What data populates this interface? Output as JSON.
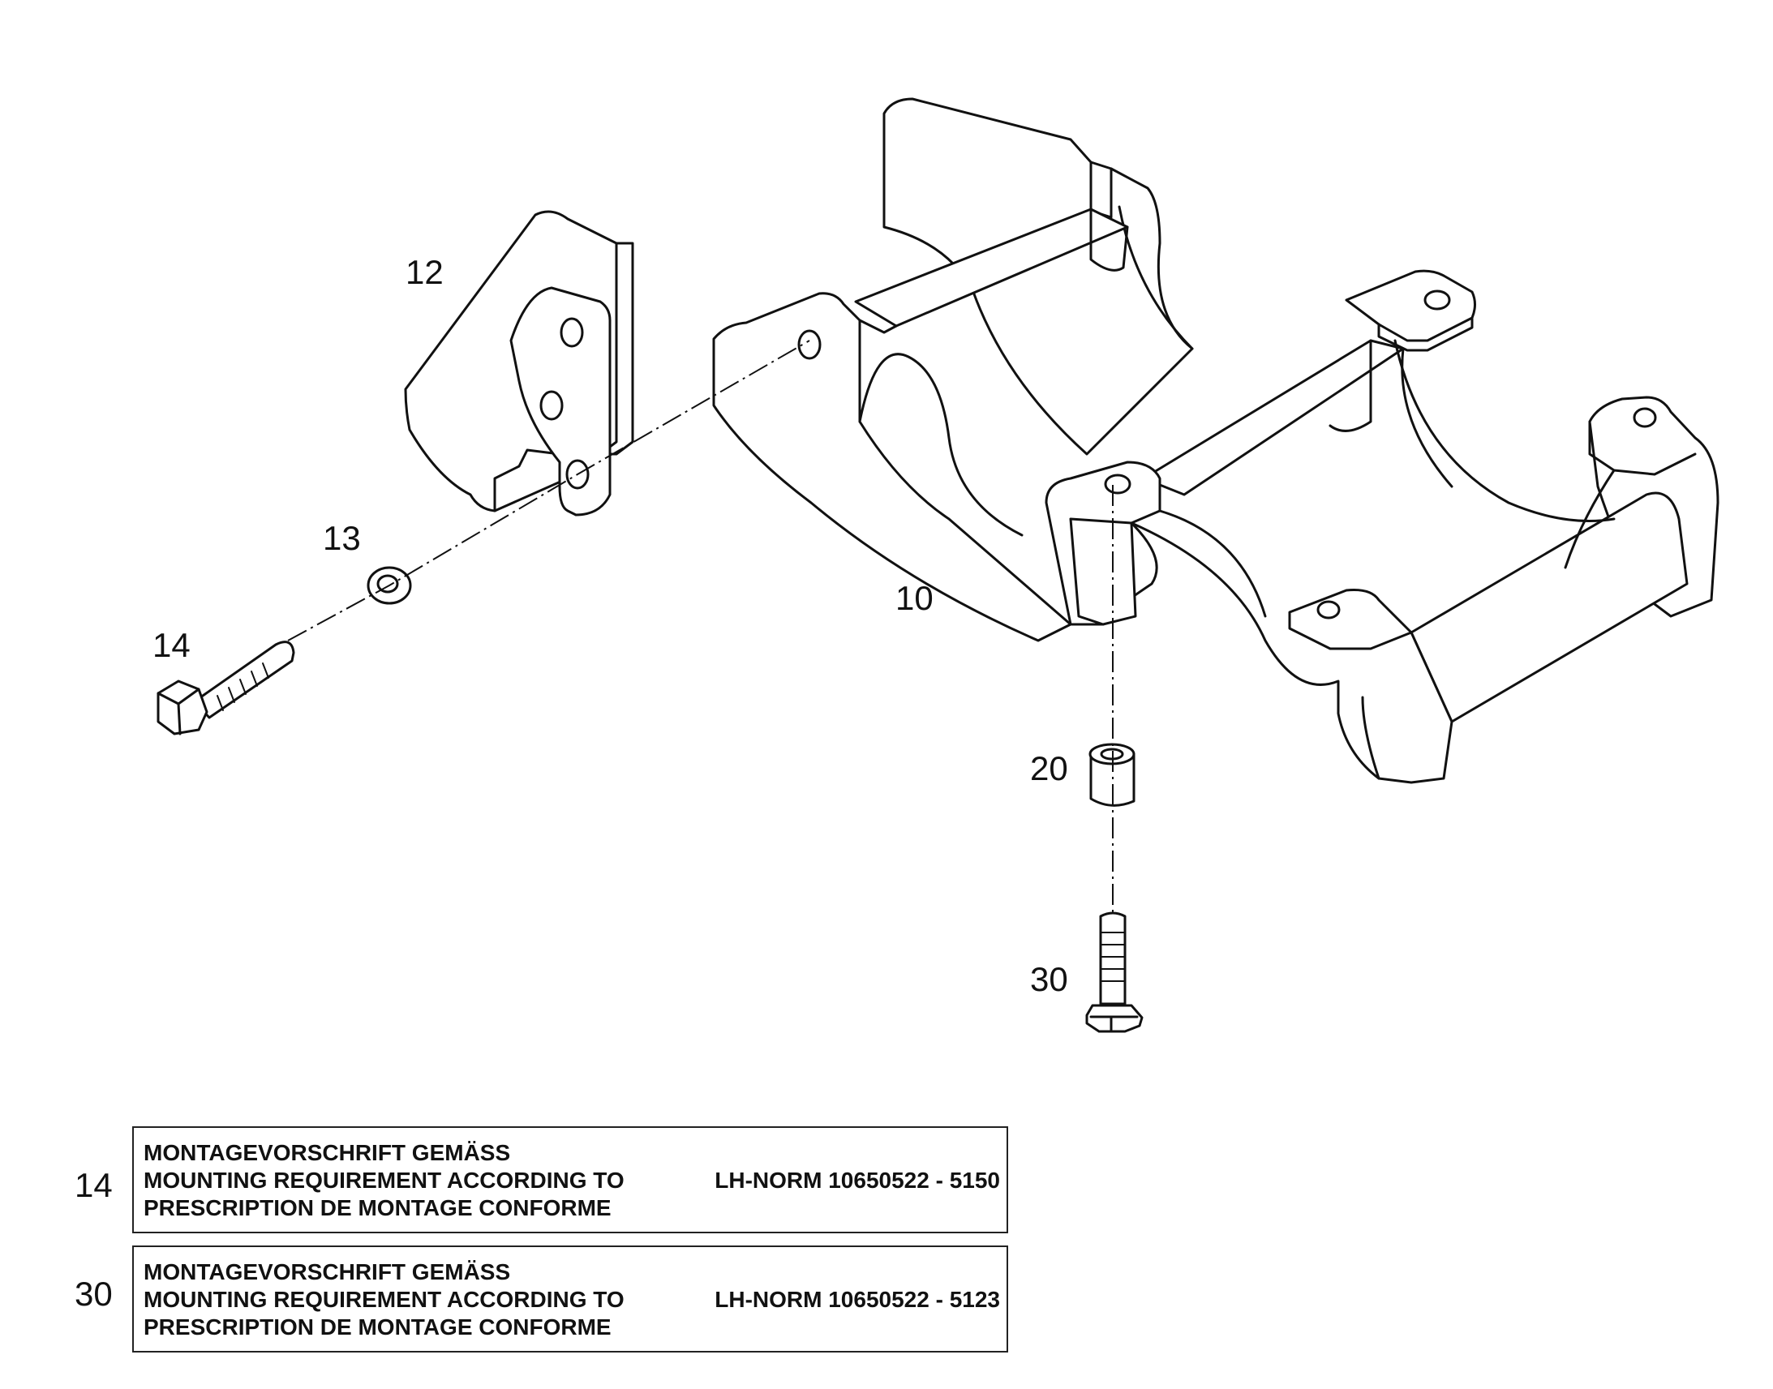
{
  "labels": {
    "p10": "10",
    "p12": "12",
    "p13": "13",
    "p14": "14",
    "p20": "20",
    "p30": "30"
  },
  "notes": [
    {
      "number": "14",
      "lines": [
        "MONTAGEVORSCHRIFT GEMÄSS",
        "MOUNTING REQUIREMENT ACCORDING TO",
        "PRESCRIPTION DE MONTAGE CONFORME"
      ],
      "reference": "LH-NORM 10650522 - 5150"
    },
    {
      "number": "30",
      "lines": [
        "MONTAGEVORSCHRIFT GEMÄSS",
        "MOUNTING REQUIREMENT ACCORDING TO",
        "PRESCRIPTION DE MONTAGE CONFORME"
      ],
      "reference": "LH-NORM 10650522 - 5123"
    }
  ]
}
